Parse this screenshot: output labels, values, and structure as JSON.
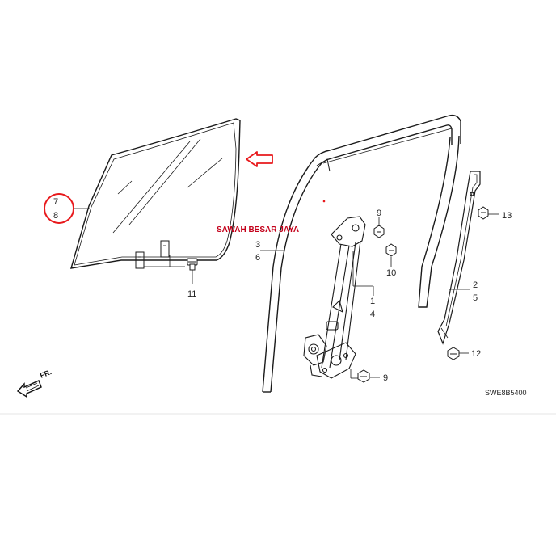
{
  "labels": {
    "part_7": "7",
    "part_8": "8",
    "part_11": "11",
    "part_3": "3",
    "part_6": "6",
    "part_9_top": "9",
    "part_10": "10",
    "part_1": "1",
    "part_4": "4",
    "part_9_bottom": "9",
    "part_2": "2",
    "part_5": "5",
    "part_12": "12",
    "part_13": "13"
  },
  "watermark": "SAWAH BESAR JAYA",
  "front_indicator": "FR.",
  "diagram_code": "SWE8B5400",
  "colors": {
    "highlight": "#e8191c",
    "watermark": "#c4001a",
    "line": "#1a1a1a"
  }
}
